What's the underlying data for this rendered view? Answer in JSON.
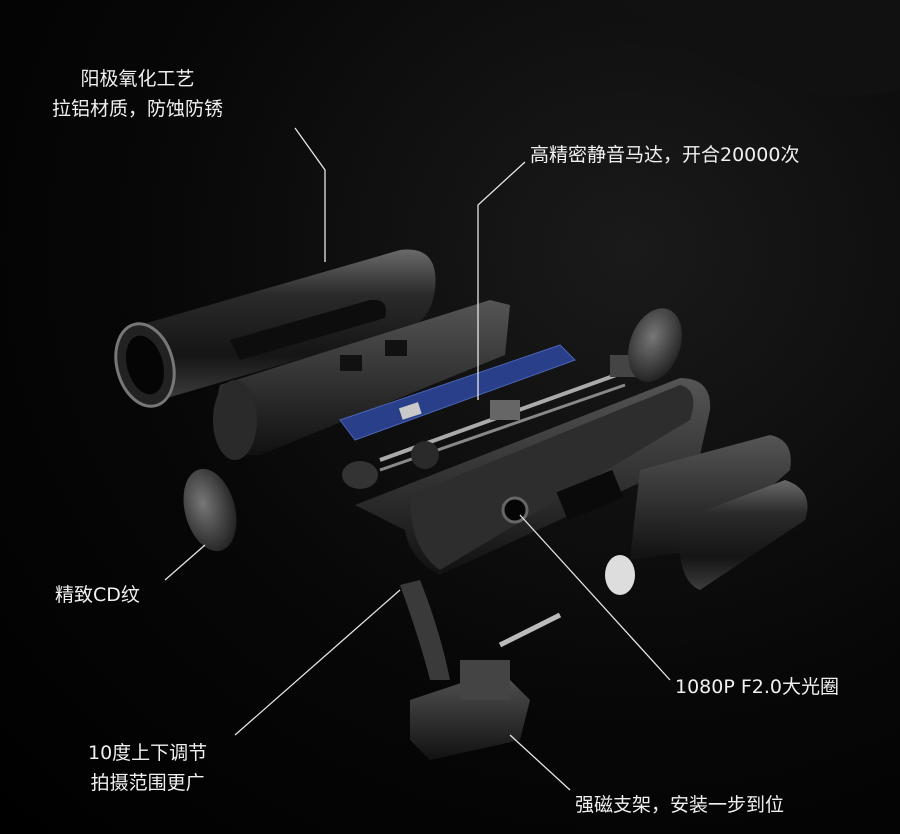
{
  "callouts": {
    "anodized": {
      "line1": "阳极氧化工艺",
      "line2": "拉铝材质，防蚀防锈"
    },
    "motor": {
      "text": "高精密静音马达，开合20000次"
    },
    "cd_texture": {
      "text": "精致CD纹"
    },
    "aperture": {
      "text": "1080P F2.0大光圈"
    },
    "tilt": {
      "line1": "10度上下调节",
      "line2": "拍摄范围更广"
    },
    "magnetic_mount": {
      "text": "强磁支架，安装一步到位"
    }
  },
  "colors": {
    "background": "#000000",
    "text": "#f0f0f0",
    "pcb": "#2a3f8a",
    "metal": "#3a3a3a"
  }
}
